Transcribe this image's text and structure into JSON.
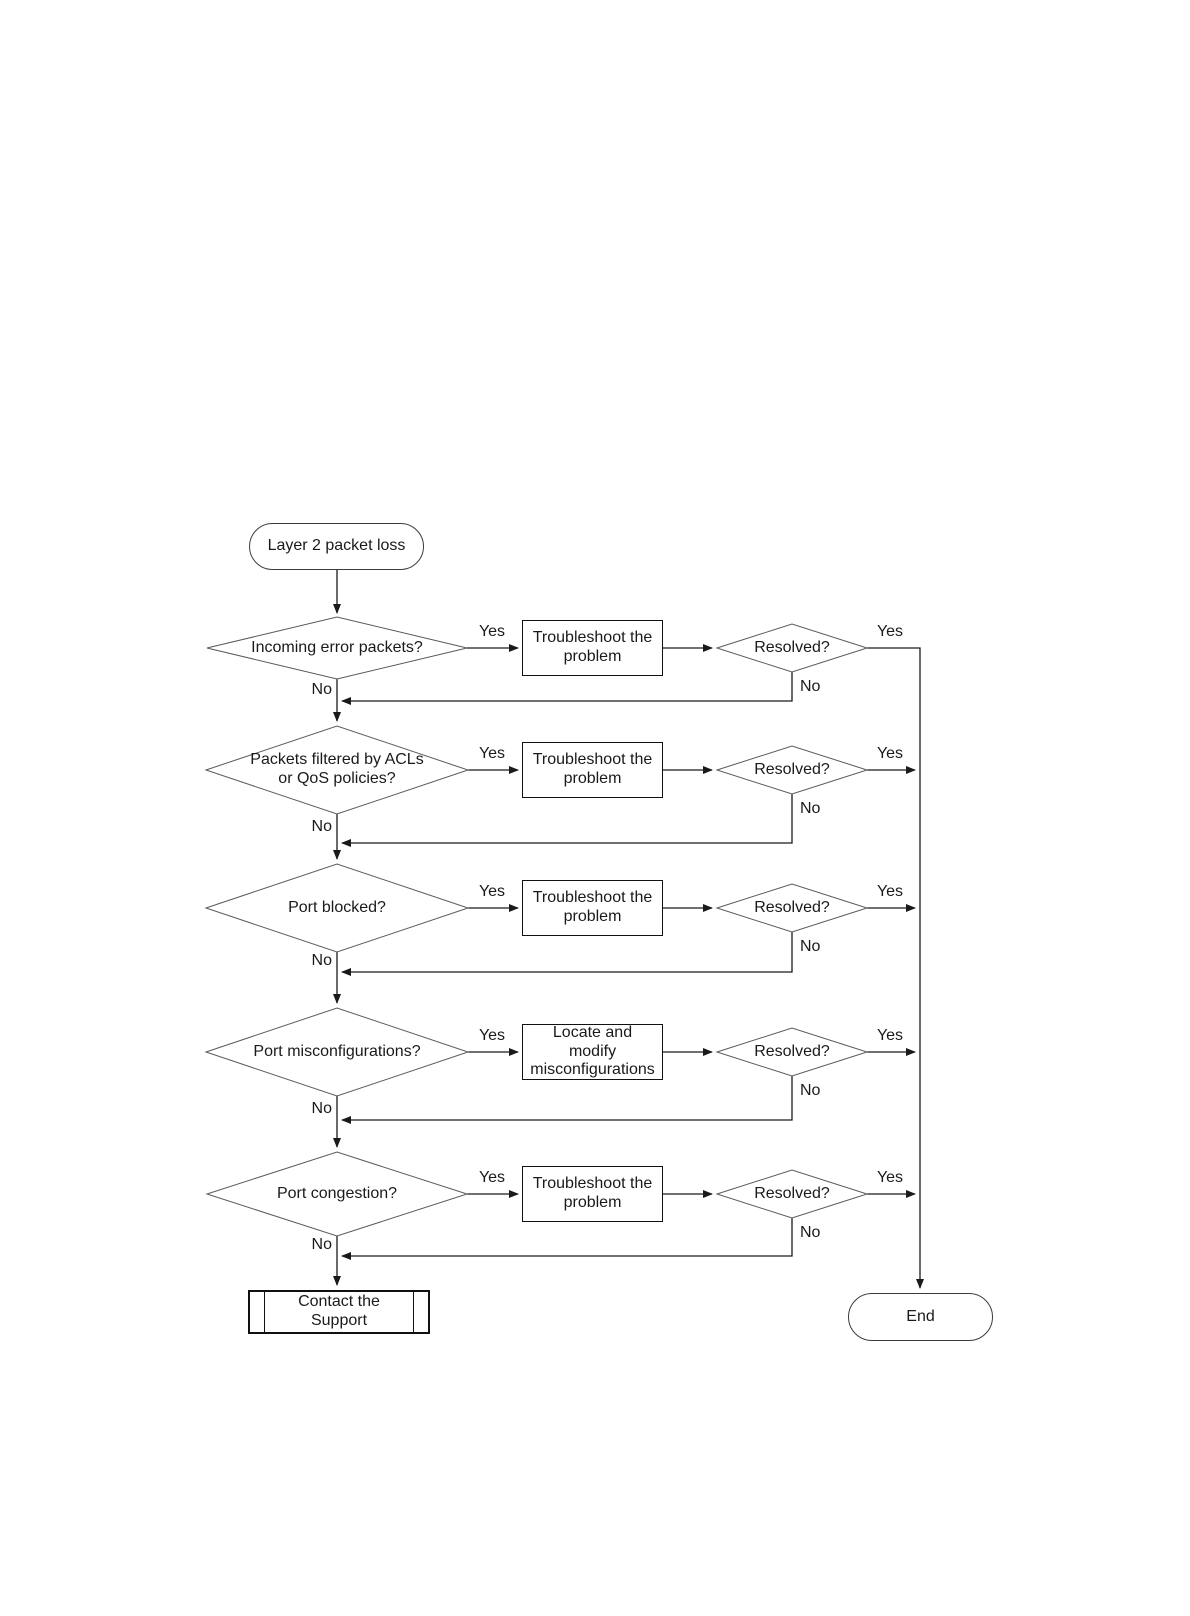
{
  "diagram": {
    "background": "#ffffff",
    "line_color": "#1a1a1a",
    "diamond_stroke": "#5a5a5a",
    "start": {
      "label": "Layer 2 packet loss"
    },
    "steps": [
      {
        "question": "Incoming error packets?",
        "yes": "Yes",
        "no": "No",
        "action": "Troubleshoot the problem",
        "check": "Resolved?",
        "check_yes": "Yes",
        "check_no": "No"
      },
      {
        "question": "Packets filtered by ACLs or QoS policies?",
        "yes": "Yes",
        "no": "No",
        "action": "Troubleshoot the problem",
        "check": "Resolved?",
        "check_yes": "Yes",
        "check_no": "No"
      },
      {
        "question": "Port blocked?",
        "yes": "Yes",
        "no": "No",
        "action": "Troubleshoot the problem",
        "check": "Resolved?",
        "check_yes": "Yes",
        "check_no": "No"
      },
      {
        "question": "Port misconfigurations?",
        "yes": "Yes",
        "no": "No",
        "action": "Locate and modify misconfigurations",
        "check": "Resolved?",
        "check_yes": "Yes",
        "check_no": "No"
      },
      {
        "question": "Port congestion?",
        "yes": "Yes",
        "no": "No",
        "action": "Troubleshoot the problem",
        "check": "Resolved?",
        "check_yes": "Yes",
        "check_no": "No"
      }
    ],
    "fallback": {
      "label": "Contact the Support"
    },
    "end": {
      "label": "End"
    }
  }
}
